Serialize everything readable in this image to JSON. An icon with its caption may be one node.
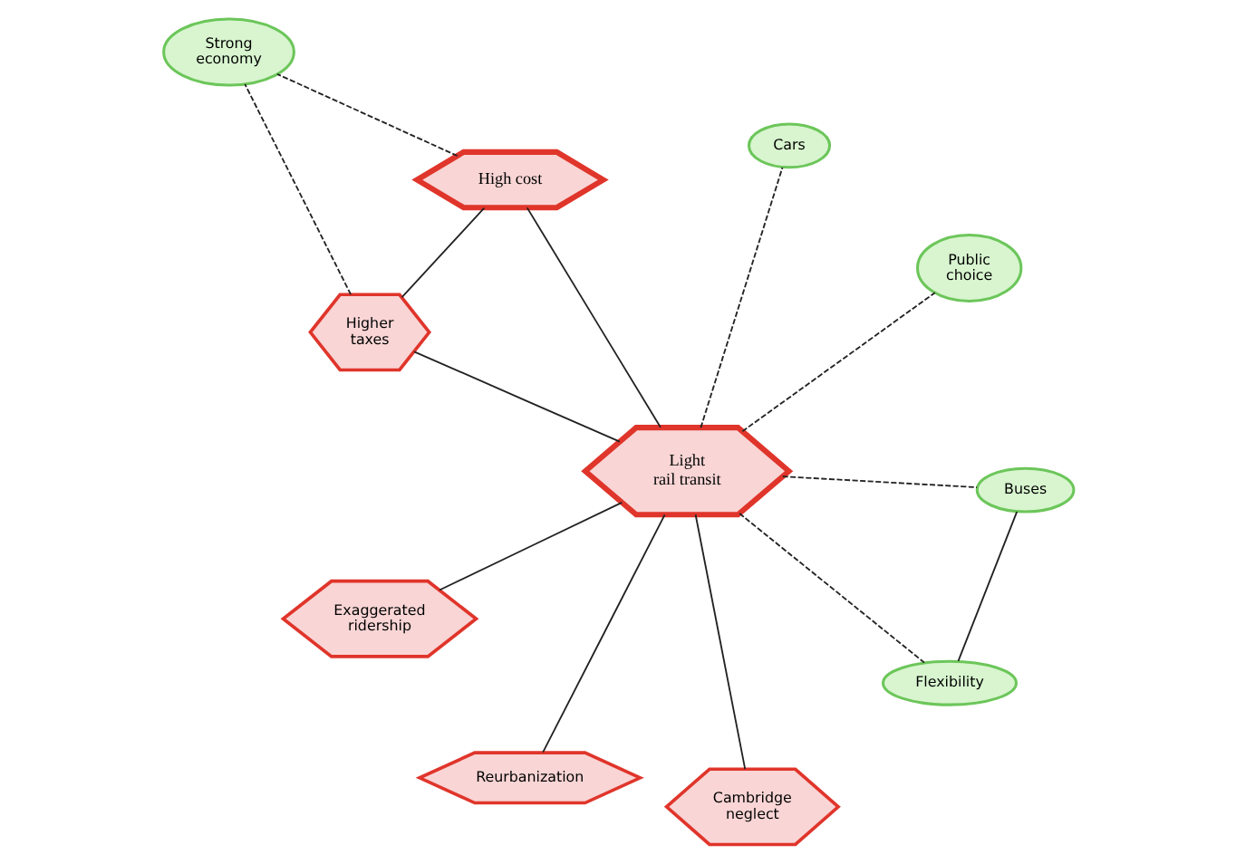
{
  "diagram": {
    "nodes": [
      {
        "text": [
          "Higher taxes"
        ]
      },
      {
        "text": [
          "Strong economy"
        ]
      },
      {
        "text": [
          "High cost"
        ]
      },
      {
        "text": [
          "Light rail transit"
        ]
      },
      {
        "text": [
          "Public choice"
        ]
      },
      {
        "text": [
          "Cars"
        ]
      },
      {
        "text": [
          "Exaggerated ridership"
        ]
      },
      {
        "text": [
          "Buses"
        ]
      },
      {
        "text": [
          "Reurbanization"
        ]
      },
      {
        "text": [
          "Cambridge neglect"
        ]
      },
      {
        "text": [
          "Flexibility"
        ]
      }
    ],
    "edges": [
      {
        "from": 0,
        "to": 1,
        "arrow": "none",
        "style": "dashed"
      },
      {
        "from": 0,
        "to": 3,
        "arrow": "none"
      },
      {
        "from": 0,
        "to": 2,
        "arrow": "none"
      },
      {
        "from": 2,
        "to": 1,
        "arrow": "none",
        "style": "dashed"
      },
      {
        "from": 2,
        "to": 3,
        "arrow": "none"
      },
      {
        "from": 3,
        "to": 4,
        "arrow": "none",
        "style": "dashed"
      },
      {
        "from": 3,
        "to": 5,
        "arrow": "none",
        "style": "dashed"
      },
      {
        "from": 3,
        "to": 7,
        "arrow": "none",
        "style": "dashed"
      },
      {
        "from": 3,
        "to": 10,
        "arrow": "none",
        "style": "dashed"
      },
      {
        "from": 3,
        "to": 6,
        "arrow": "none"
      },
      {
        "from": 3,
        "to": 8,
        "arrow": "none"
      },
      {
        "from": 3,
        "to": 9,
        "arrow": "none"
      },
      {
        "from": 7,
        "to": 10,
        "arrow": "none"
      }
    ]
  }
}
